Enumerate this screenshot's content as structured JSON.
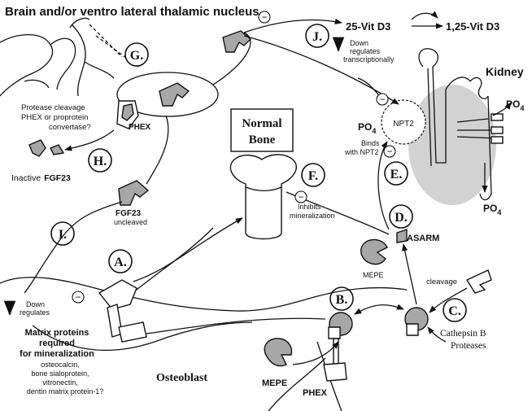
{
  "title": "Brain and/or ventro lateral thalamic nucleus",
  "kidney": {
    "label": "Kidney",
    "vitd_left": "25-Vit D3",
    "vitd_right": "1,25-Vit D3",
    "po4": "PO",
    "po4_sub": "4",
    "npt2": "NPT2"
  },
  "steps": {
    "a": "A.",
    "b": "B.",
    "c": "C.",
    "d": "D.",
    "e": "E.",
    "f": "F.",
    "g": "G.",
    "h": "H.",
    "i": "I.",
    "j": "J."
  },
  "texts": {
    "j_down": "Down",
    "j_regulates": "regulates",
    "j_transcriptionally": "transcriptionally",
    "protease_1": "Protease cleavage",
    "protease_2": "PHEX or proprotein",
    "protease_3": "convertase?",
    "phex_top": "PHEX",
    "inactive": "Inactive",
    "fgf23": "FGF23",
    "fgf23_uncleaved_1": "FGF23",
    "fgf23_uncleaved_2": "uncleaved",
    "normal_bone_1": "Normal",
    "normal_bone_2": "Bone",
    "binds_1": "Binds",
    "binds_2": "with NPT2",
    "inhibits_1": "Inhibits",
    "inhibits_2": "mineralization",
    "asarm": "ASARM",
    "mepe_top": "MEPE",
    "cleavage": "cleavage",
    "cathepsin_1": "Cathepsin B",
    "cathepsin_2": "Proteases",
    "down_1": "Down",
    "down_2": "regulates",
    "matrix_1": "Matrix proteins",
    "matrix_2": "required",
    "matrix_3": "for mineralization",
    "list_1": "osteocalcin,",
    "list_2": "bone sialoprotein,",
    "list_3": "vitronectin,",
    "list_4": "dentin matrix protein-1?",
    "osteoblast": "Osteoblast",
    "mepe_bottom": "MEPE",
    "phex_bottom": "PHEX"
  },
  "minus_sign": "−"
}
